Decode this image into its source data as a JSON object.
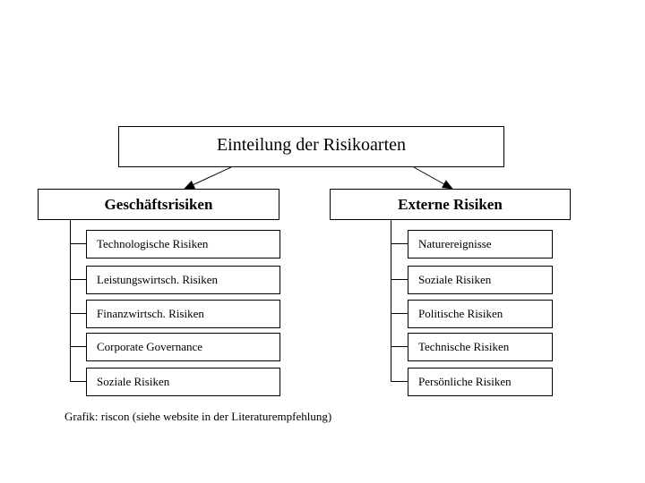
{
  "title": "Einteilung der Risikoarten",
  "categories": {
    "left": {
      "label": "Geschäftsrisiken",
      "items": [
        "Technologische Risiken",
        "Leistungswirtsch. Risiken",
        "Finanzwirtsch. Risiken",
        "Corporate Governance",
        "Soziale Risiken"
      ]
    },
    "right": {
      "label": "Externe Risiken",
      "items": [
        "Naturereignisse",
        "Soziale Risiken",
        "Politische Risiken",
        "Technische Risiken",
        "Persönliche Risiken"
      ]
    }
  },
  "caption": "Grafik: riscon (siehe website in der Literaturempfehlung)",
  "colors": {
    "line": "#000000",
    "background": "#ffffff"
  }
}
